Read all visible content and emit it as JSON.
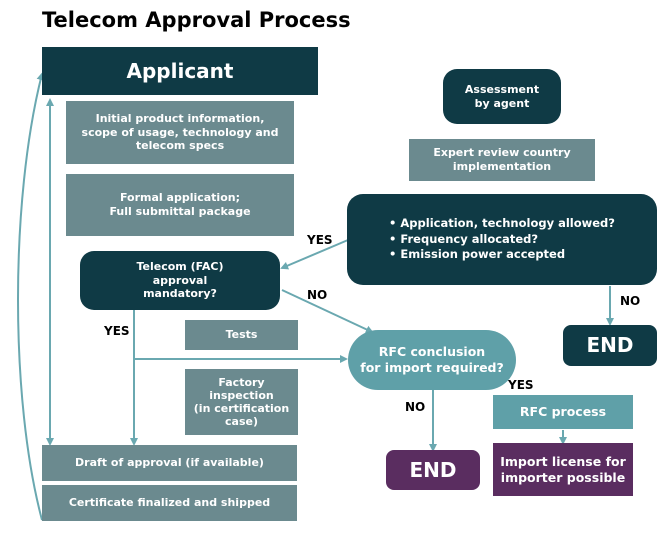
{
  "title": "Telecom Approval Process",
  "colors": {
    "dark_teal": "#0f3a45",
    "slate_gray": "#6b8a8f",
    "teal": "#5fa0a8",
    "purple": "#5a2d60",
    "connector": "#6aa8b0"
  },
  "nodes": {
    "applicant": "Applicant",
    "initial_info": "Initial product information, scope of usage, technology and telecom specs",
    "formal_application": "Formal application;\nFull submittal package",
    "fac_question": "Telecom   (FAC)\napproval\nmandatory?",
    "tests": "Tests",
    "factory_inspection": "Factory\ninspection\n(in certification\ncase)",
    "draft_approval": "Draft of approval (if available)",
    "certificate": "Certificate finalized and shipped",
    "assessment": "Assessment\nby agent",
    "expert_review": "Expert review country\nimplementation",
    "criteria": [
      "• Application, technology allowed?",
      "• Frequency allocated?",
      "• Emission power accepted"
    ],
    "end_right": "END",
    "rfc_question": "RFC conclusion\nfor import required?",
    "end_bottom": "END",
    "rfc_process": "RFC process",
    "import_license": "Import license for\nimporter possible"
  },
  "labels": {
    "yes_criteria_to_fac": "YES",
    "no_fac_to_rfc": "NO",
    "yes_fac_down": "YES",
    "no_criteria_to_end": "NO",
    "no_rfc_to_end": "NO",
    "yes_rfc_to_process": "YES"
  }
}
